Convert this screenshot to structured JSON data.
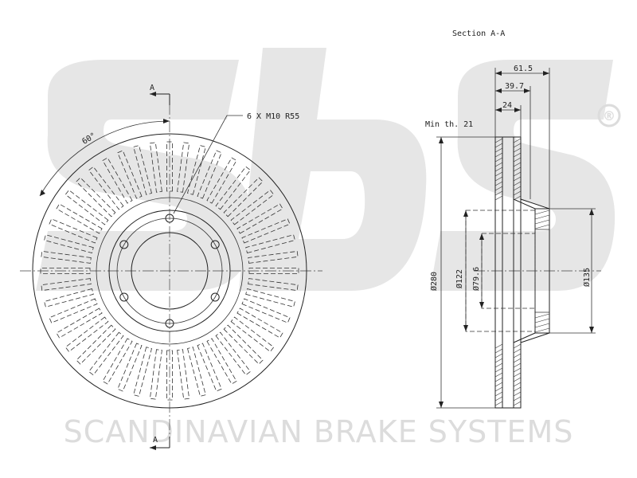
{
  "watermark": {
    "logo_letters": "sbs",
    "registered_mark": "®",
    "brand_line": "SCANDINAVIAN BRAKE SYSTEMS"
  },
  "front_view": {
    "section_marker_top": "A",
    "section_marker_bottom": "A",
    "angle_label": "60°",
    "bolt_callout": "6 X M10 R55"
  },
  "section_view": {
    "title": "Section A-A",
    "min_thickness": "Min th. 21",
    "dim_overall_height": "61.5",
    "dim_hat_depth": "39.7",
    "dim_disc_thickness": "24",
    "dim_outer_diameter": "Ø280",
    "dim_pilot_diameter": "Ø122",
    "dim_bore_diameter": "Ø79.6",
    "dim_hat_diameter": "Ø135"
  },
  "colors": {
    "line": "#222222",
    "watermark": "#e6e6e6"
  }
}
